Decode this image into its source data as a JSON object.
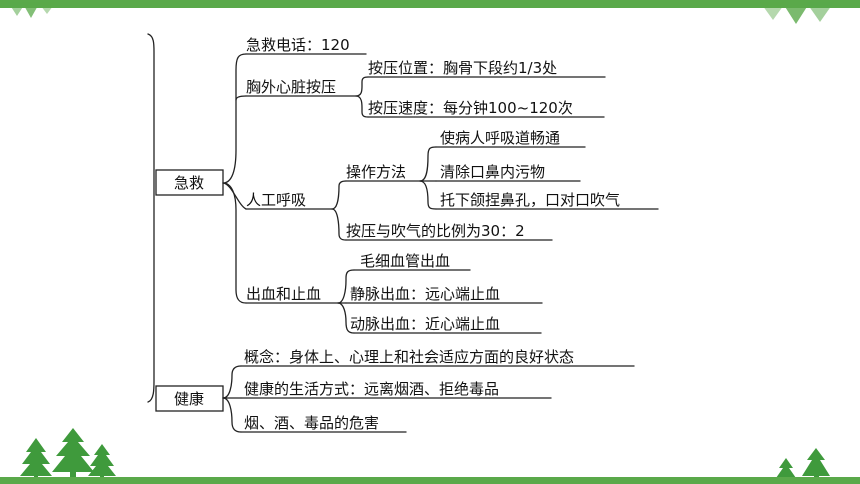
{
  "theme": {
    "band_color": "#5aa94a",
    "tree_color": "#3f9a3c",
    "line_color": "#222222"
  },
  "mindmap": {
    "roots": [
      {
        "label": "急救",
        "children": [
          {
            "label": "急救电话：120"
          },
          {
            "label": "胸外心脏按压",
            "children": [
              {
                "label": "按压位置：胸骨下段约1/3处"
              },
              {
                "label": "按压速度：每分钟100~120次"
              }
            ]
          },
          {
            "label": "人工呼吸",
            "children": [
              {
                "label": "操作方法",
                "children": [
                  {
                    "label": "使病人呼吸道畅通"
                  },
                  {
                    "label": "清除口鼻内污物"
                  },
                  {
                    "label": "托下颌捏鼻孔，口对口吹气"
                  }
                ]
              },
              {
                "label": "按压与吹气的比例为30：2"
              }
            ]
          },
          {
            "label": "出血和止血",
            "children": [
              {
                "label": "毛细血管出血"
              },
              {
                "label": "静脉出血：远心端止血"
              },
              {
                "label": "动脉出血：近心端止血"
              }
            ]
          }
        ]
      },
      {
        "label": "健康",
        "children": [
          {
            "label": "概念：身体上、心理上和社会适应方面的良好状态"
          },
          {
            "label": "健康的生活方式：远离烟酒、拒绝毒品"
          },
          {
            "label": "烟、酒、毒品的危害"
          }
        ]
      }
    ]
  }
}
